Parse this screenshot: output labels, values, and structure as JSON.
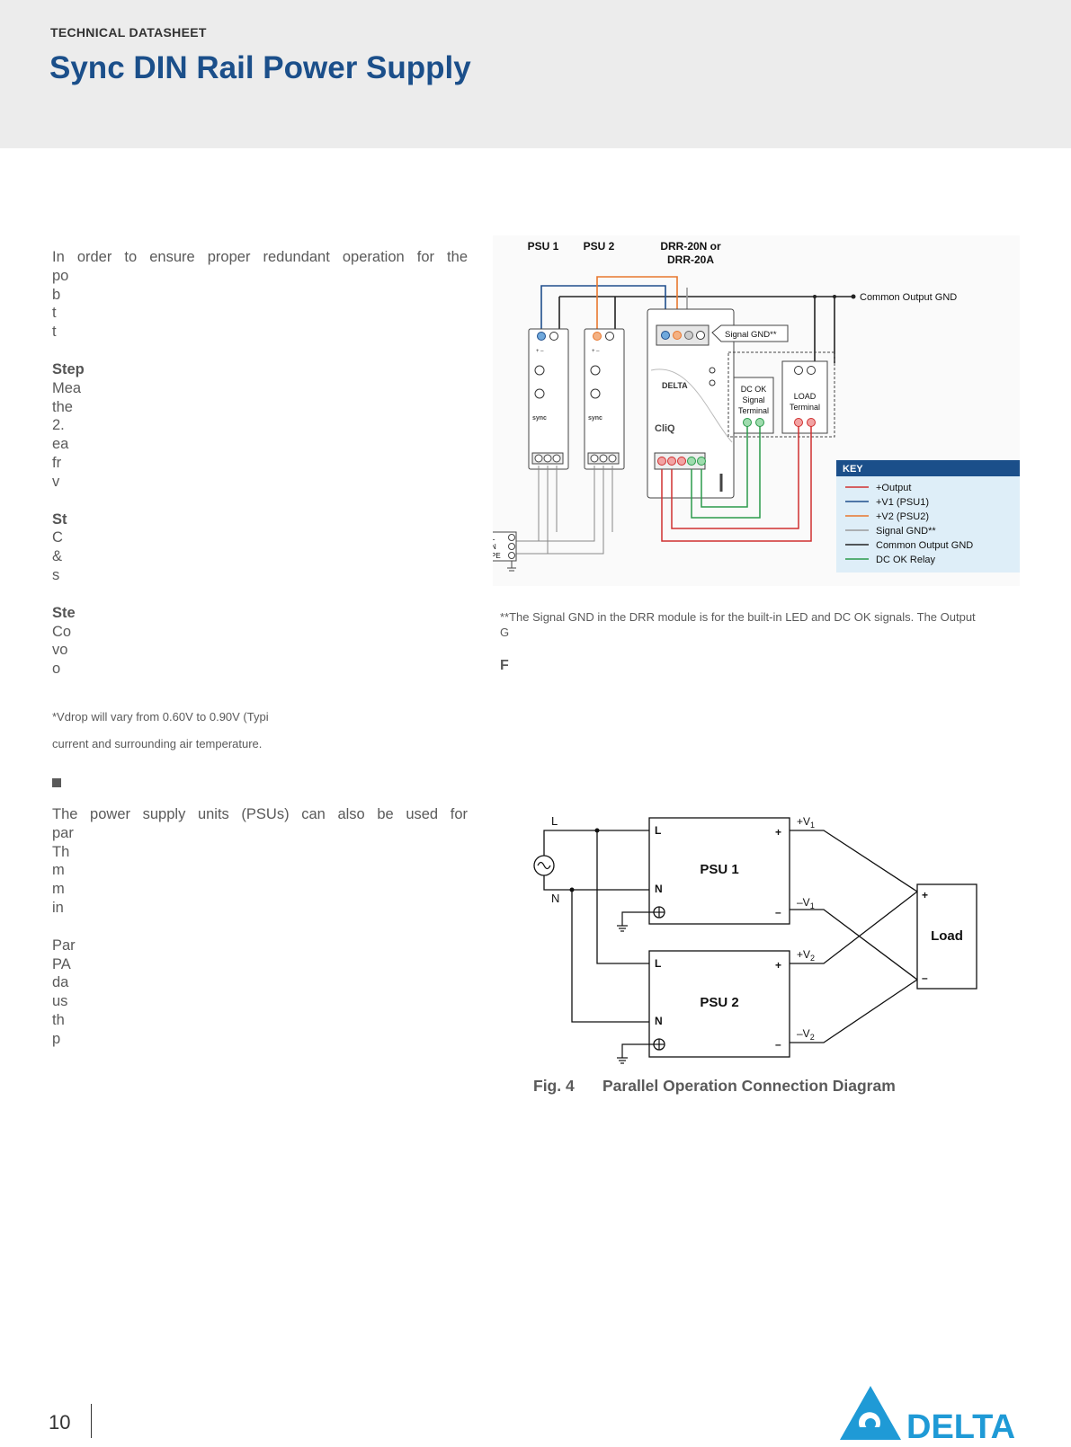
{
  "header": {
    "label": "TECHNICAL DATASHEET",
    "title": "Sync DIN Rail Power Supply"
  },
  "left_top": {
    "intro_first": "In order to ensure proper redundant operation for the",
    "intro_rest": [
      "po",
      "b",
      "t",
      "t"
    ],
    "step_a_title": "Step",
    "step_a_lines": [
      "Mea",
      "the",
      "2.",
      "ea",
      "fr",
      "v"
    ],
    "step_b_title": "St",
    "step_b_lines": [
      "C",
      "&",
      "s"
    ],
    "step_c_title": "Ste",
    "step_c_lines": [
      "Co",
      "vo",
      "o"
    ],
    "footnote_1": "*Vdrop will vary from 0.60V to 0.90V (Typi",
    "footnote_2": "current and surrounding air temperature."
  },
  "left_bottom": {
    "para1_first": "The power supply units (PSUs) can also be used for",
    "para1_rest": [
      "par",
      "Th",
      "m",
      "m",
      "in"
    ],
    "para2_lines": [
      "Par",
      "PA",
      "da",
      "us",
      "th",
      "p"
    ]
  },
  "wiring": {
    "psu1": "PSU 1",
    "psu2": "PSU 2",
    "drr_1": "DRR-20N or",
    "drr_2": "DRR-20A",
    "common_gnd": "Common Output GND",
    "signal_gnd": "Signal GND**",
    "dcok_1": "DC OK",
    "dcok_2": "Signal",
    "dcok_3": "Terminal",
    "load_1": "LOAD",
    "load_2": "Terminal",
    "mains_l": "L",
    "mains_n": "N",
    "mains_pe": "PE",
    "brand_small": "DELTA",
    "sync_text": "sync",
    "clix_text": "CliQ",
    "key": {
      "title": "KEY",
      "items": [
        {
          "label": "+Output",
          "color": "#d03030"
        },
        {
          "label": "+V1 (PSU1)",
          "color": "#1f4e8c"
        },
        {
          "label": "+V2 (PSU2)",
          "color": "#e8772e"
        },
        {
          "label": "Signal GND**",
          "color": "#9a9a9a"
        },
        {
          "label": "Common Output GND",
          "color": "#222222"
        },
        {
          "label": "DC OK Relay",
          "color": "#2a9a4a"
        }
      ]
    }
  },
  "note_1": "**The Signal GND in the DRR module is for the built-in LED and DC OK signals. The Output",
  "note_2": "G",
  "fig_letter": "F",
  "parallel": {
    "psu1": "PSU 1",
    "psu2": "PSU 2",
    "load": "Load",
    "L": "L",
    "N": "N",
    "plus": "+",
    "minus": "–",
    "v1p": "+V",
    "v1m": "–V",
    "v2p": "+V",
    "v2m": "–V",
    "sub1": "1",
    "sub2": "2"
  },
  "caption": {
    "num": "Fig. 4",
    "text": "Parallel Operation Connection Diagram"
  },
  "footer": {
    "page": "10"
  },
  "brand": {
    "name": "DELTA",
    "color": "#1f9ad6"
  }
}
